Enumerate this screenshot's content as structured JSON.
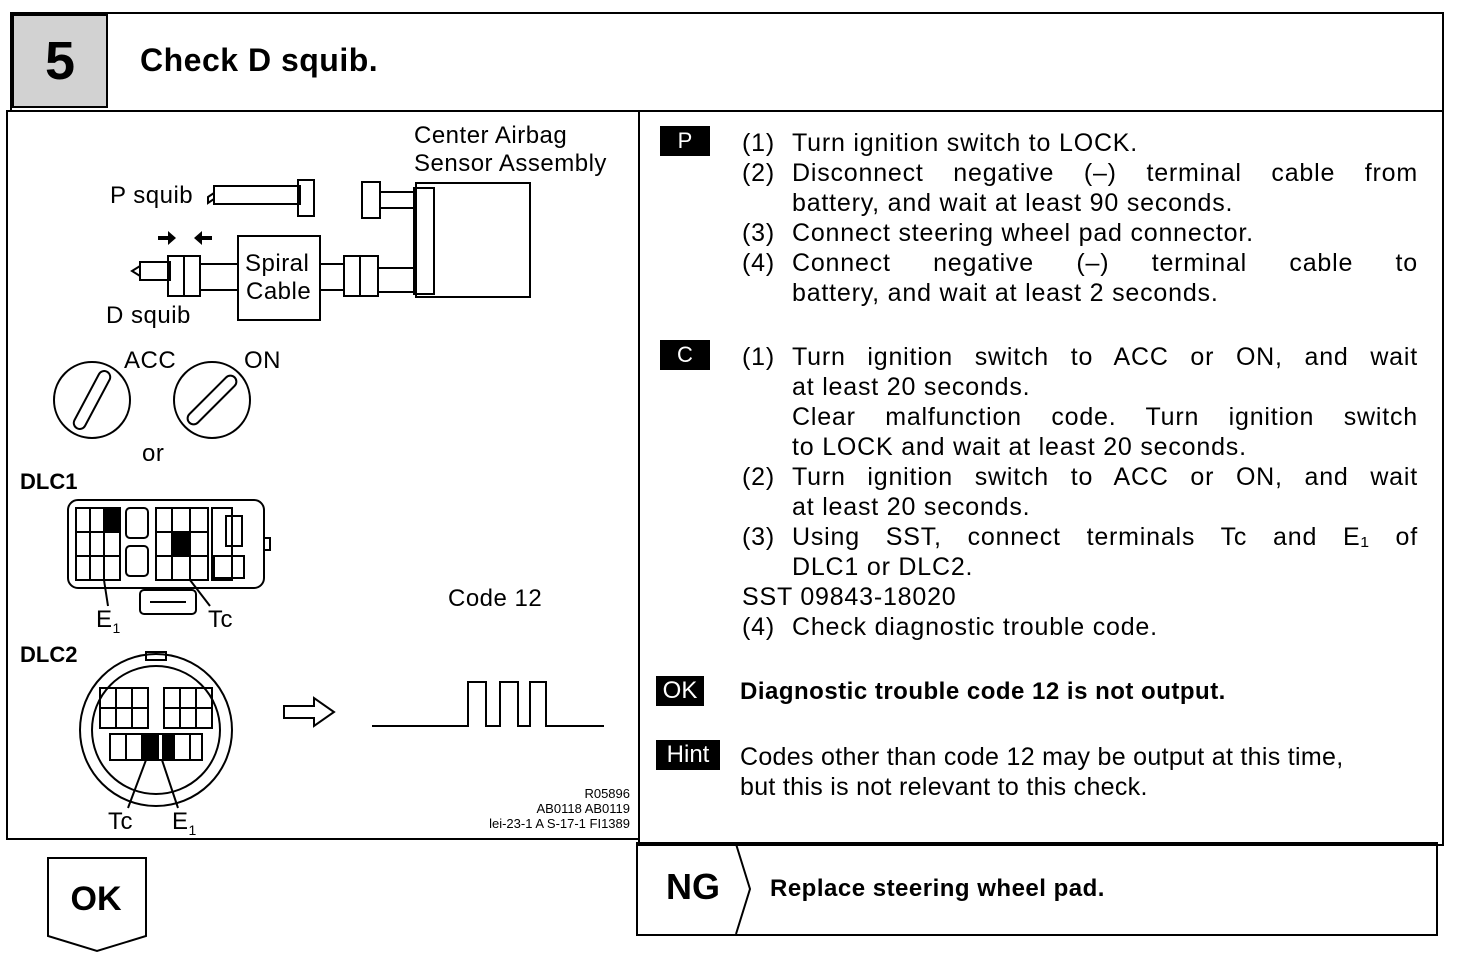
{
  "header": {
    "step_number": "5",
    "title": "Check D squib."
  },
  "diagram": {
    "sensor_label_1": "Center Airbag",
    "sensor_label_2": "Sensor Assembly",
    "p_squib": "P squib",
    "d_squib": "D squib",
    "spiral_1": "Spiral",
    "spiral_2": "Cable",
    "acc": "ACC",
    "on": "ON",
    "or": "or",
    "dlc1": "DLC1",
    "dlc2": "DLC2",
    "e1": "E",
    "e1_sub": "1",
    "tc": "Tc",
    "code_label": "Code 12",
    "ref_lines": [
      "R05896",
      "AB0118 AB0119",
      "lei-23-1 A S-17-1 FI1389"
    ]
  },
  "instructions": {
    "p_badge": "P",
    "p_steps": [
      {
        "num": "(1)",
        "lines": [
          "Turn ignition switch to LOCK."
        ]
      },
      {
        "num": "(2)",
        "lines": [
          "Disconnect negative (–) terminal cable from",
          "battery, and wait at least 90 seconds."
        ]
      },
      {
        "num": "(3)",
        "lines": [
          "Connect steering wheel pad connector."
        ]
      },
      {
        "num": "(4)",
        "lines": [
          "Connect negative (–) terminal cable to",
          "battery, and wait at least 2 seconds."
        ]
      }
    ],
    "c_badge": "C",
    "c_steps": [
      {
        "num": "(1)",
        "lines": [
          "Turn ignition switch to ACC or ON, and wait",
          "at least 20 seconds.",
          "Clear malfunction code. Turn ignition switch",
          "to LOCK and wait at least 20 seconds."
        ]
      },
      {
        "num": "(2)",
        "lines": [
          "Turn ignition switch to ACC or ON, and wait",
          "at least 20 seconds."
        ]
      },
      {
        "num": "(3)",
        "lines": [
          "Using SST, connect terminals Tc and E₁ of",
          "DLC1 or DLC2."
        ]
      }
    ],
    "sst_line": "SST 09843-18020",
    "c_step4_num": "(4)",
    "c_step4": "Check diagnostic trouble code.",
    "ok_badge": "OK",
    "ok_text": "Diagnostic trouble code 12 is not output.",
    "hint_badge": "Hint",
    "hint_lines": [
      "Codes other than code 12 may be output at this time,",
      "but this is not relevant to this check."
    ]
  },
  "footer": {
    "ok_label": "OK",
    "ng_label": "NG",
    "ng_text": "Replace steering wheel pad."
  }
}
